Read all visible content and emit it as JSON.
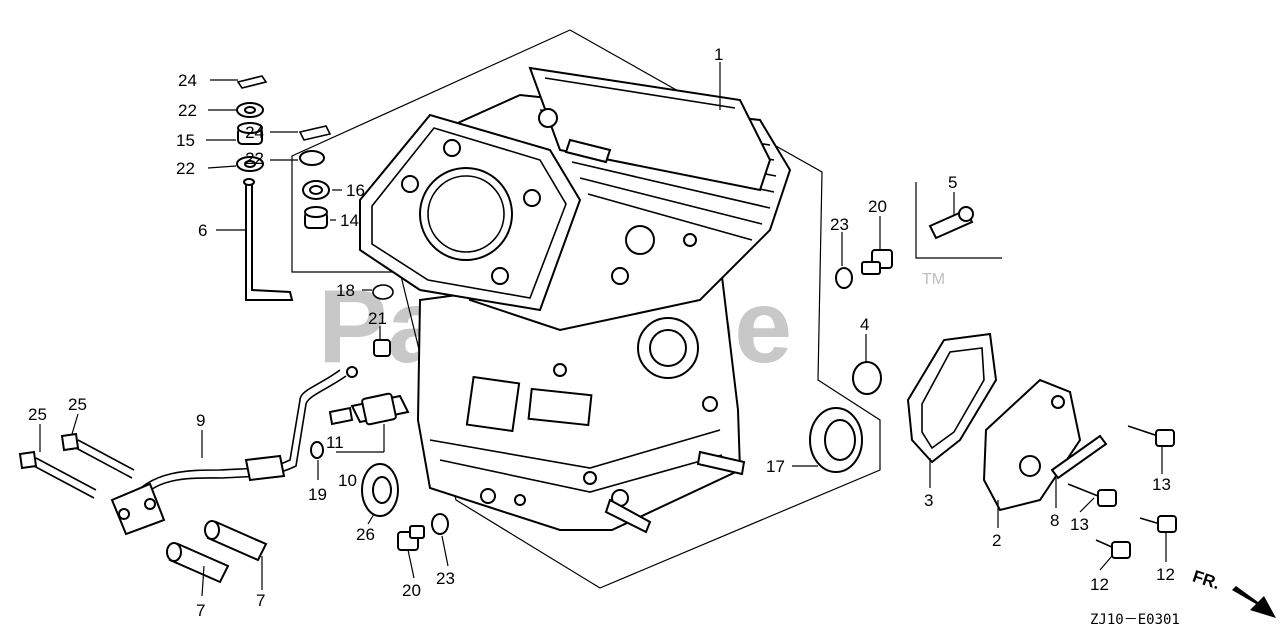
{
  "watermark": "PartsTree",
  "trademark": "TM",
  "diagram_code": "ZJ10－E0301",
  "direction_label": "FR.",
  "callouts": {
    "c1": "1",
    "c2": "2",
    "c3": "3",
    "c4": "4",
    "c5": "5",
    "c6": "6",
    "c7a": "7",
    "c7b": "7",
    "c8": "8",
    "c9": "9",
    "c10": "10",
    "c11": "11",
    "c12a": "12",
    "c12b": "12",
    "c13a": "13",
    "c13b": "13",
    "c14": "14",
    "c15": "15",
    "c16": "16",
    "c17": "17",
    "c18": "18",
    "c19": "19",
    "c20a": "20",
    "c20b": "20",
    "c21": "21",
    "c22a": "22",
    "c22b": "22",
    "c22c": "22",
    "c23a": "23",
    "c23b": "23",
    "c24a": "24",
    "c24b": "24",
    "c25a": "25",
    "c25b": "25",
    "c26": "26"
  }
}
